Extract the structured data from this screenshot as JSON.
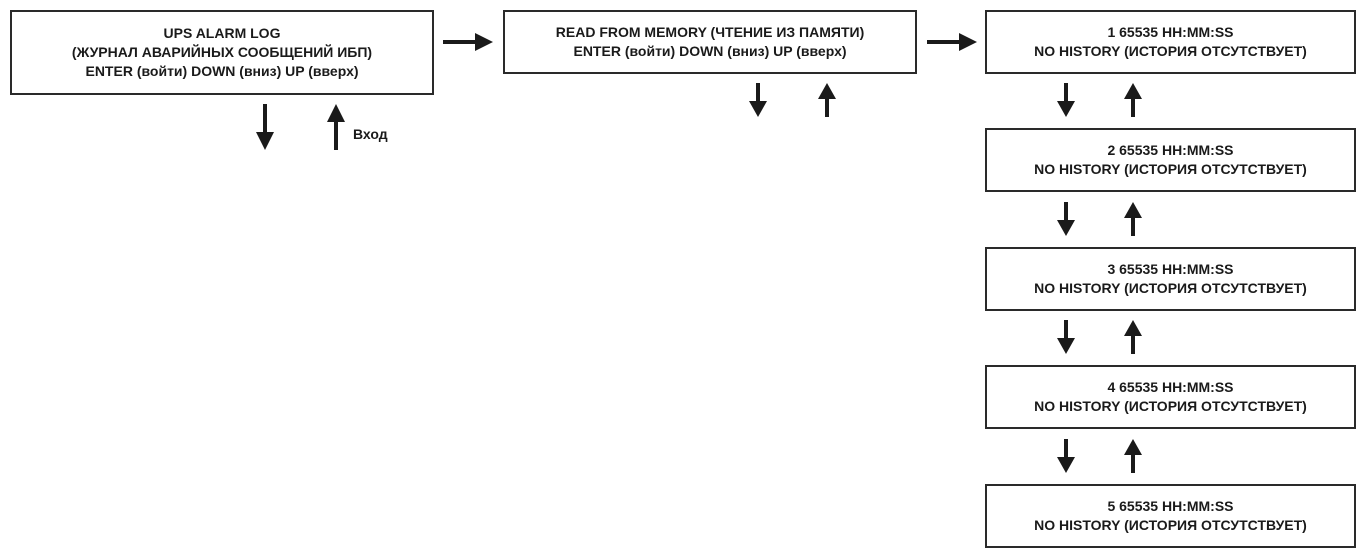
{
  "diagram": {
    "alarm_log": {
      "line1": "UPS ALARM LOG",
      "line2": "(ЖУРНАЛ АВАРИЙНЫХ СООБЩЕНИЙ ИБП)",
      "line3": "ENTER (войти)  DOWN (вниз) UP (вверх)"
    },
    "read_memory": {
      "line1": "READ FROM MEMORY (ЧТЕНИЕ ИЗ ПАМЯТИ)",
      "line2": "ENTER (войти)  DOWN (вниз) UP (вверх)"
    },
    "entry_label": "Вход",
    "history": [
      {
        "line1": "1  65535  HH:MM:SS",
        "line2": "NO HISTORY (ИСТОРИЯ ОТСУТСТВУЕТ)"
      },
      {
        "line1": "2  65535  HH:MM:SS",
        "line2": "NO HISTORY (ИСТОРИЯ ОТСУТСТВУЕТ)"
      },
      {
        "line1": "3  65535  HH:MM:SS",
        "line2": "NO HISTORY (ИСТОРИЯ ОТСУТСТВУЕТ)"
      },
      {
        "line1": "4  65535  HH:MM:SS",
        "line2": "NO HISTORY (ИСТОРИЯ ОТСУТСТВУЕТ)"
      },
      {
        "line1": "5  65535  HH:MM:SS",
        "line2": "NO HISTORY (ИСТОРИЯ ОТСУТСТВУЕТ)"
      }
    ]
  }
}
